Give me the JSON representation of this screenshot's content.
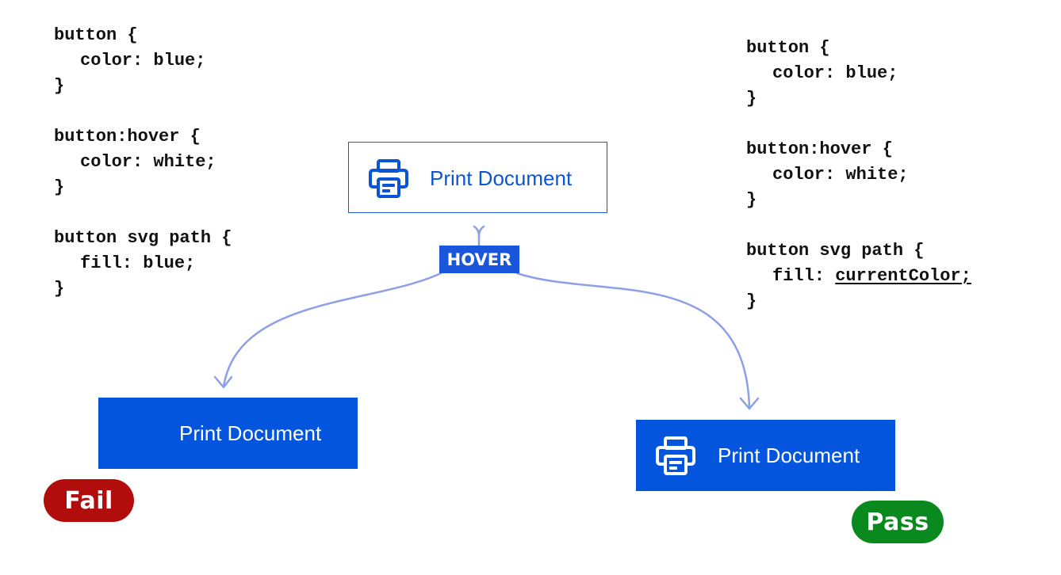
{
  "code_left": {
    "lines": [
      "button {",
      "color: blue;",
      "}",
      "",
      "button:hover {",
      "color: white;",
      "}",
      "",
      "button svg path {",
      "fill: blue;",
      "}"
    ]
  },
  "code_right": {
    "lines": [
      "button {",
      "color: blue;",
      "}",
      "",
      "button:hover {",
      "color: white;",
      "}",
      "",
      "button svg path {",
      "fill:",
      "currentColor;",
      "}"
    ]
  },
  "buttons": {
    "normal_label": "Print Document",
    "fail_label": "Print Document",
    "pass_label": "Print Document"
  },
  "hover_tag": "HOVER",
  "badges": {
    "fail": "Fail",
    "pass": "Pass"
  },
  "colors": {
    "accent": "#0455dd",
    "arrow": "#8da0e6",
    "fail": "#b10d0d",
    "pass": "#0a8a1e"
  },
  "icons": {
    "printer": "printer-icon"
  }
}
